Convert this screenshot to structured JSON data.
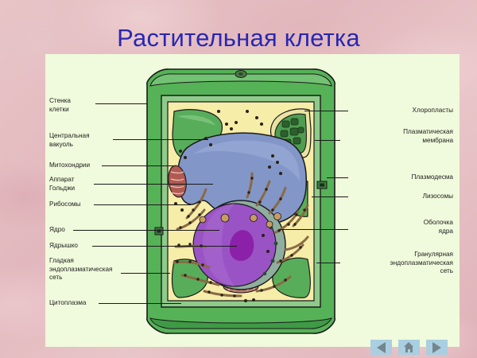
{
  "slide": {
    "title": "Растительная клетка",
    "title_color": "#2727b4",
    "background_color": "#e4bcc0",
    "panel_color": "#f0fadc"
  },
  "diagram": {
    "name": "plant-cell-diagram",
    "colors": {
      "cell_wall": "#56b257",
      "cell_wall_dark": "#2f7f36",
      "plasma_membrane": "#8ecb8a",
      "cytoplasm": "#f5eda8",
      "vacuole": "#8296c8",
      "nucleus": "#9a53c4",
      "nucleolus": "#8b21a8",
      "nuclear_envelope": "#8fae9e",
      "chloroplast": "#5fb061",
      "grana": "#2d5f2e",
      "mitochondria": "#b05a52",
      "golgi": "#d08c80",
      "er": "#8a6a45",
      "ribosome": "#2a2017"
    }
  },
  "labels_left": [
    {
      "id": "cell-wall",
      "text": "Стенка\nклетки"
    },
    {
      "id": "central-vacuole",
      "text": "Центральная\nвакуоль"
    },
    {
      "id": "mitochondria",
      "text": "Митохондрии"
    },
    {
      "id": "golgi-apparatus",
      "text": "Аппарат\nГольджи"
    },
    {
      "id": "ribosomes",
      "text": "Рибосомы"
    },
    {
      "id": "nucleus",
      "text": "Ядро"
    },
    {
      "id": "nucleolus",
      "text": "Ядрышко"
    },
    {
      "id": "smooth-er",
      "text": "Гладкая\nэндоплазматическая\nсеть"
    },
    {
      "id": "cytoplasm",
      "text": "Цитоплазма"
    }
  ],
  "labels_right": [
    {
      "id": "chloroplasts",
      "text": "Хлоропласты"
    },
    {
      "id": "plasma-membrane",
      "text": "Плазматическая\nмембрана"
    },
    {
      "id": "plasmodesma",
      "text": "Плазмодесма"
    },
    {
      "id": "lysosomes",
      "text": "Лизосомы"
    },
    {
      "id": "nuclear-envelope",
      "text": "Оболочка\nядра"
    },
    {
      "id": "rough-er",
      "text": "Гранулярная\nэндоплазматическая\nсеть"
    }
  ],
  "nav": {
    "back": "previous-slide",
    "home": "home-slide",
    "forward": "next-slide",
    "button_color": "#a9cfe1",
    "glyph_color": "#74868c"
  }
}
